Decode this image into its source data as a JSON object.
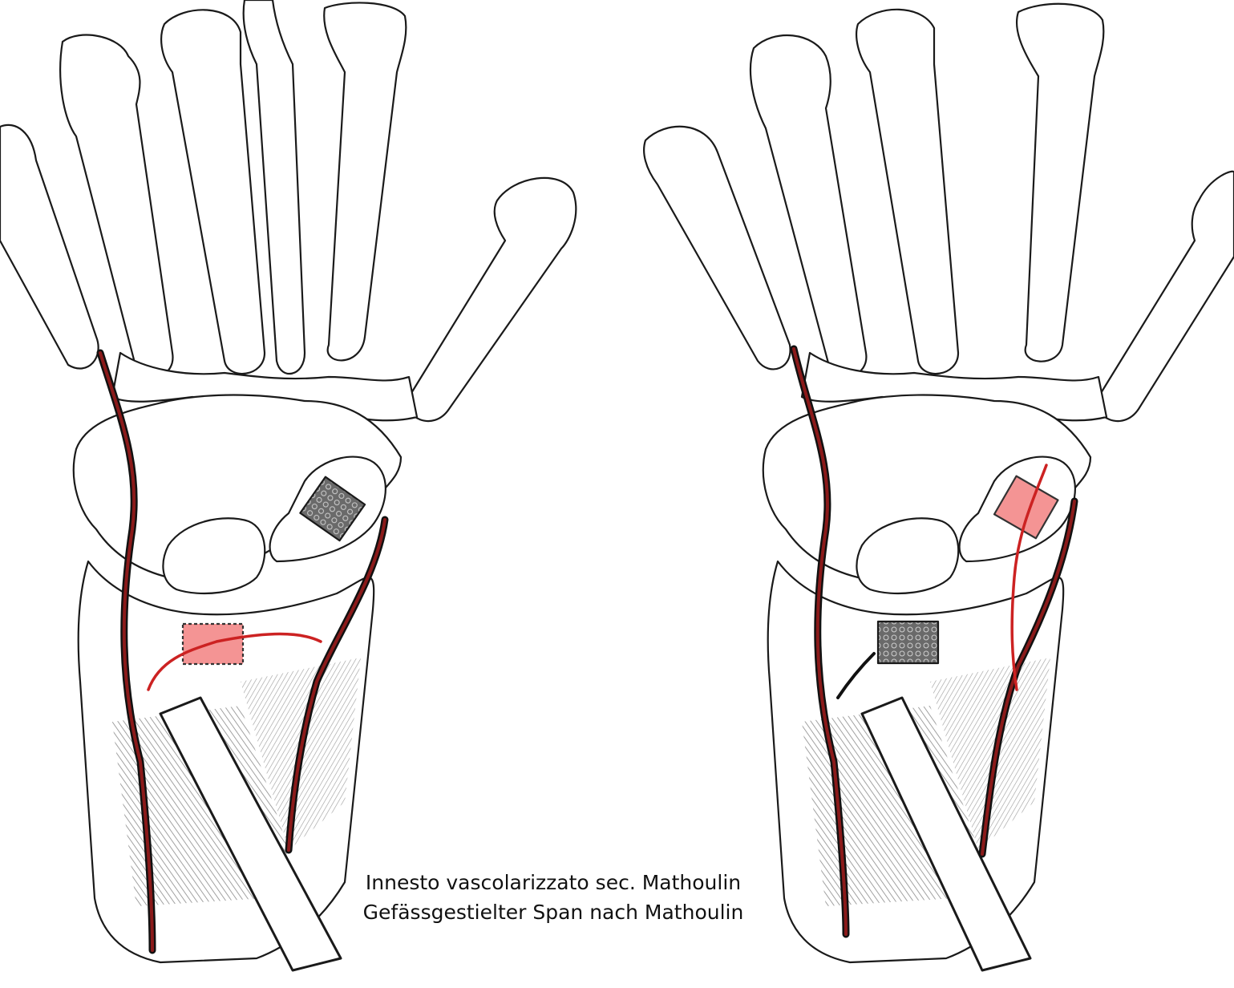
{
  "caption": {
    "line1": "Innesto vascolarizzato sec. Mathoulin",
    "line2": "Gefässgestielter Span nach Mathoulin"
  },
  "colors": {
    "bone_fill": "#ffffff",
    "outline": "#1a1a1a",
    "artery": "#8b1a1a",
    "graft_highlight": "#f07070",
    "graft_dark": "#555555",
    "muscle_shade": "#9a9a9a"
  },
  "figures": [
    {
      "id": "left",
      "description_visible": false
    },
    {
      "id": "right",
      "description_visible": false
    }
  ]
}
